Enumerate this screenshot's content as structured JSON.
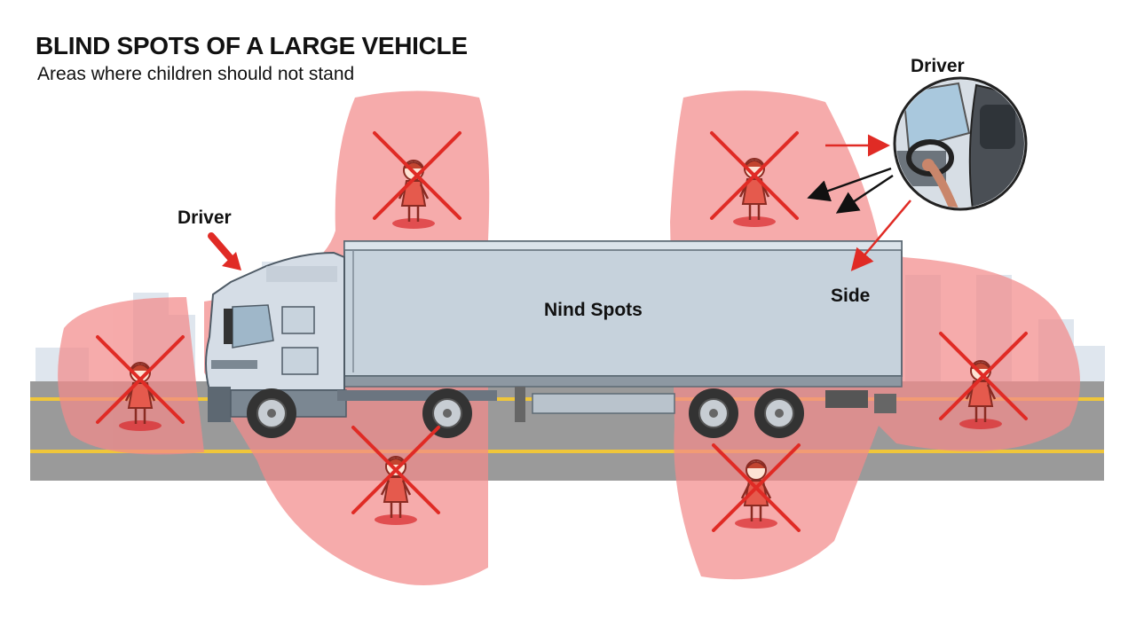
{
  "title": "BLIND SPOTS OF A LARGE VEHICLE",
  "subtitle": "Areas where children should not stand",
  "labels": {
    "driver_left": "Driver",
    "driver_right": "Driver",
    "center": "Nind Spots",
    "side": "Side"
  },
  "colors": {
    "zone": "#f38a8a",
    "cross": "#e02b25",
    "road": "#9a9a9a",
    "lane_line": "#f0c63a",
    "trailer": "#c6d2dc",
    "cab": "#d5dde6",
    "arrow_red": "#e02b25"
  },
  "icons": [
    "child-icon",
    "cross-icon",
    "steering-wheel-icon",
    "arrow-icon",
    "truck-icon"
  ]
}
